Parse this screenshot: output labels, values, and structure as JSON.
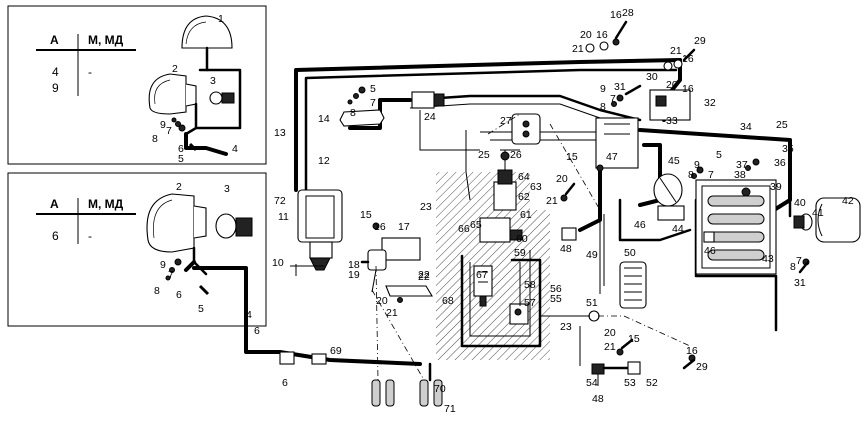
{
  "inset_top": {
    "header_col1": "А",
    "header_col2": "М, МД",
    "rows": [
      {
        "col1": "4",
        "col2": "-"
      },
      {
        "col1": "9",
        "col2": ""
      }
    ]
  },
  "inset_bottom": {
    "header_col1": "А",
    "header_col2": "М, МД",
    "rows": [
      {
        "col1": "6",
        "col2": "-"
      }
    ]
  },
  "labels": {
    "inset_top": [
      "1",
      "2",
      "3",
      "9",
      "7",
      "8",
      "6",
      "5",
      "4"
    ],
    "inset_bottom": [
      "2",
      "3",
      "9",
      "7",
      "8",
      "6",
      "5",
      "4"
    ],
    "main": [
      "16",
      "28",
      "20",
      "16",
      "21",
      "29",
      "16",
      "21",
      "30",
      "20",
      "16",
      "32",
      "31",
      "9",
      "8",
      "7",
      "5",
      "14",
      "7",
      "8",
      "24",
      "27",
      "13",
      "12",
      "25",
      "26",
      "33",
      "34",
      "25",
      "47",
      "15",
      "20",
      "21",
      "45",
      "5",
      "9",
      "8",
      "7",
      "35",
      "36",
      "37",
      "38",
      "39",
      "40",
      "41",
      "42",
      "64",
      "63",
      "62",
      "61",
      "60",
      "65",
      "66",
      "23",
      "17",
      "15",
      "16",
      "72",
      "11",
      "18",
      "19",
      "22",
      "10",
      "67",
      "58",
      "59",
      "56",
      "57",
      "55",
      "68",
      "48",
      "44",
      "46",
      "46",
      "49",
      "50",
      "43",
      "51",
      "8",
      "7",
      "31",
      "20",
      "21",
      "22",
      "23",
      "15",
      "21",
      "16",
      "20",
      "29",
      "54",
      "53",
      "52",
      "48",
      "6",
      "6",
      "69",
      "70",
      "71"
    ]
  },
  "colors": {
    "line": "#000000",
    "background": "#ffffff",
    "hatch": "#000000"
  }
}
